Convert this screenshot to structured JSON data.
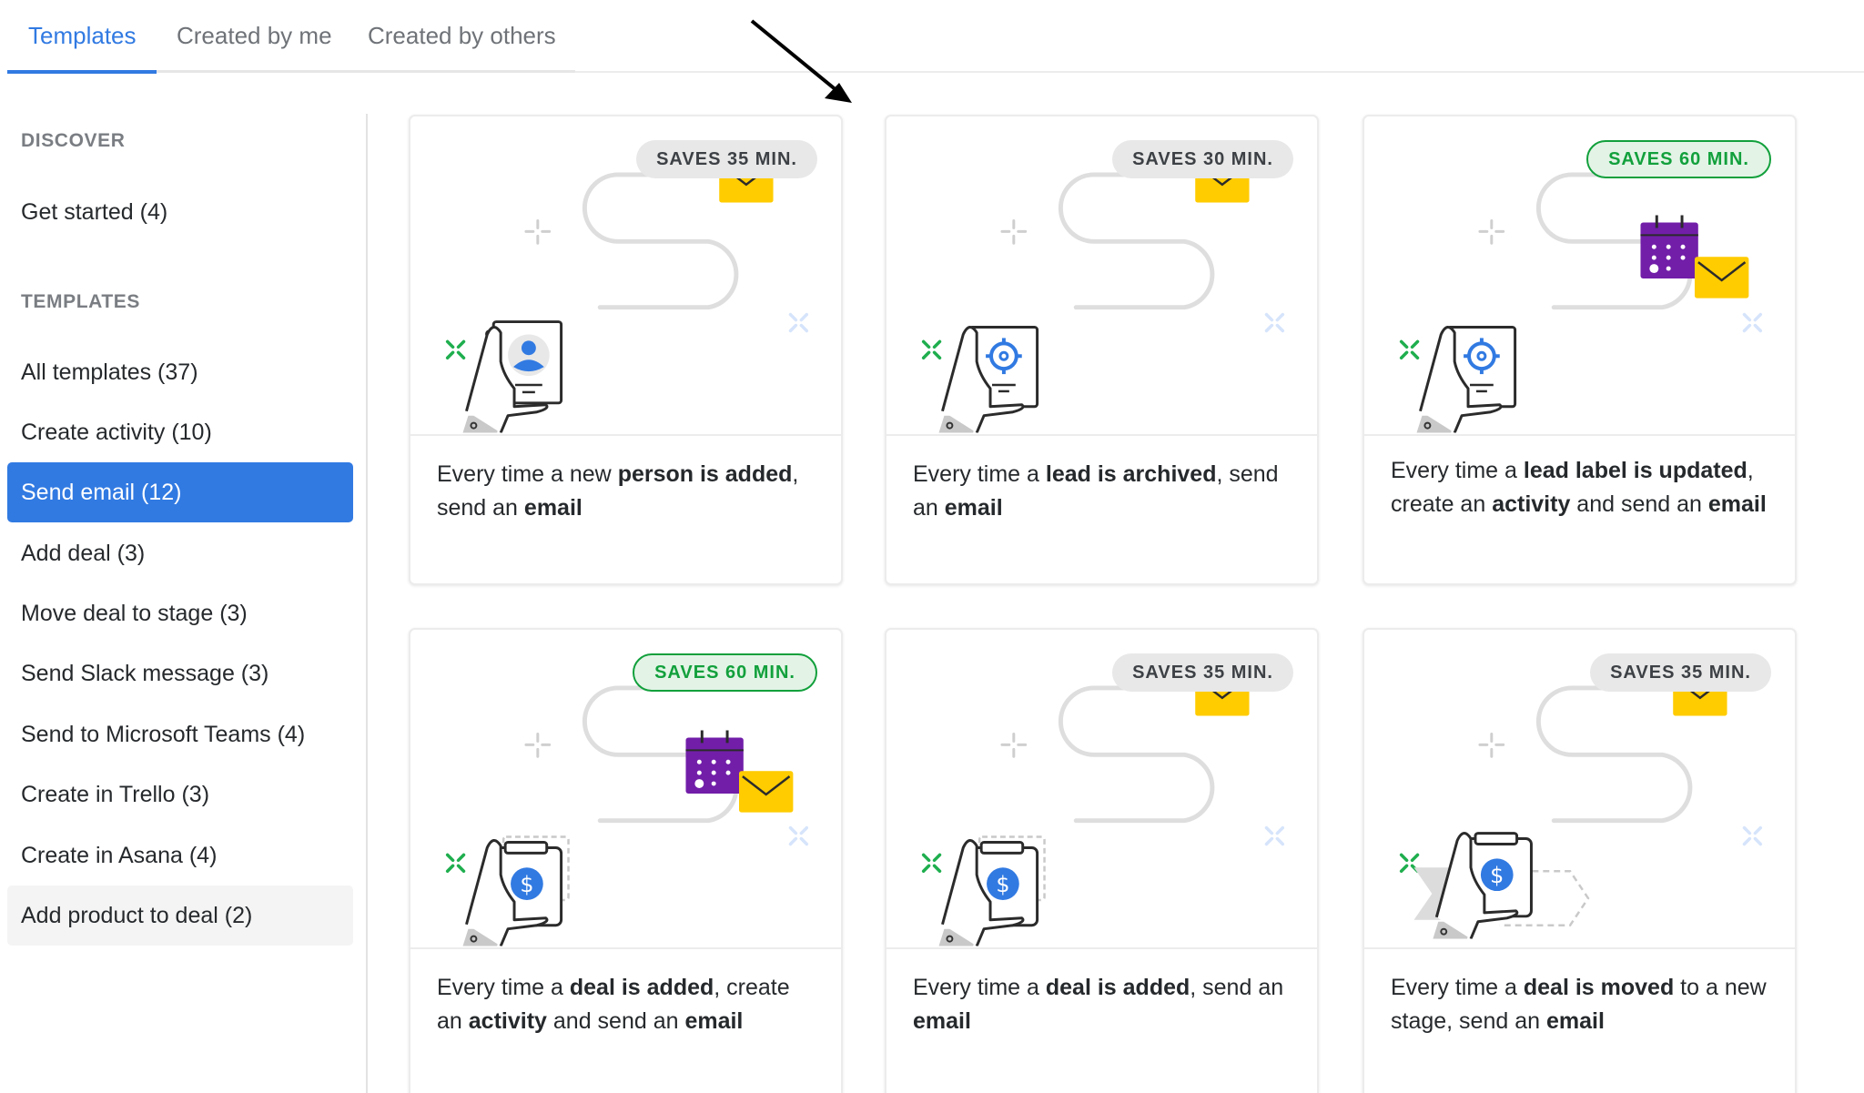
{
  "tabs": [
    {
      "label": "Templates",
      "active": true
    },
    {
      "label": "Created by me",
      "active": false
    },
    {
      "label": "Created by others",
      "active": false
    }
  ],
  "sidebar": {
    "discover_title": "DISCOVER",
    "discover_items": [
      {
        "label": "Get started (4)"
      }
    ],
    "templates_title": "TEMPLATES",
    "template_items": [
      {
        "label": "All templates (37)",
        "state": "default"
      },
      {
        "label": "Create activity (10)",
        "state": "default"
      },
      {
        "label": "Send email (12)",
        "state": "selected"
      },
      {
        "label": "Add deal (3)",
        "state": "default"
      },
      {
        "label": "Move deal to stage (3)",
        "state": "default"
      },
      {
        "label": "Send Slack message (3)",
        "state": "default"
      },
      {
        "label": "Send to Microsoft Teams (4)",
        "state": "default"
      },
      {
        "label": "Create in Trello (3)",
        "state": "default"
      },
      {
        "label": "Create in Asana (4)",
        "state": "default"
      },
      {
        "label": "Add product to deal (2)",
        "state": "hover"
      }
    ]
  },
  "cards": [
    {
      "badge": "SAVES 35 MIN.",
      "badge_style": "grey",
      "trigger_icon": "person-document-icon",
      "action_icons": [
        "envelope-icon"
      ],
      "description_parts": [
        {
          "text": "Every time a new ",
          "bold": false
        },
        {
          "text": "person is added",
          "bold": true
        },
        {
          "text": ", send an ",
          "bold": false
        },
        {
          "text": "email",
          "bold": true
        }
      ]
    },
    {
      "badge": "SAVES 30 MIN.",
      "badge_style": "grey",
      "trigger_icon": "target-document-icon",
      "action_icons": [
        "envelope-icon"
      ],
      "description_parts": [
        {
          "text": "Every time a ",
          "bold": false
        },
        {
          "text": "lead is archived",
          "bold": true
        },
        {
          "text": ", send an ",
          "bold": false
        },
        {
          "text": "email",
          "bold": true
        }
      ]
    },
    {
      "badge": "SAVES 60 MIN.",
      "badge_style": "green",
      "trigger_icon": "target-document-icon",
      "action_icons": [
        "calendar-icon",
        "envelope-icon"
      ],
      "description_parts": [
        {
          "text": "Every time a ",
          "bold": false
        },
        {
          "text": "lead label is updated",
          "bold": true
        },
        {
          "text": ", create an ",
          "bold": false
        },
        {
          "text": "activity",
          "bold": true
        },
        {
          "text": " and send an ",
          "bold": false
        },
        {
          "text": "email",
          "bold": true
        }
      ]
    },
    {
      "badge": "SAVES 60 MIN.",
      "badge_style": "green",
      "trigger_icon": "deal-clipboard-icon",
      "action_icons": [
        "calendar-icon",
        "envelope-icon"
      ],
      "description_parts": [
        {
          "text": "Every time a ",
          "bold": false
        },
        {
          "text": "deal is added",
          "bold": true
        },
        {
          "text": ", create an ",
          "bold": false
        },
        {
          "text": "activity",
          "bold": true
        },
        {
          "text": " and send an ",
          "bold": false
        },
        {
          "text": "email",
          "bold": true
        }
      ]
    },
    {
      "badge": "SAVES 35 MIN.",
      "badge_style": "grey",
      "trigger_icon": "deal-clipboard-icon",
      "action_icons": [
        "envelope-icon"
      ],
      "description_parts": [
        {
          "text": "Every time a ",
          "bold": false
        },
        {
          "text": "deal is added",
          "bold": true
        },
        {
          "text": ", send an ",
          "bold": false
        },
        {
          "text": "email",
          "bold": true
        }
      ]
    },
    {
      "badge": "SAVES 35 MIN.",
      "badge_style": "grey",
      "trigger_icon": "deal-moved-clipboard-icon",
      "action_icons": [
        "envelope-icon"
      ],
      "description_parts": [
        {
          "text": "Every time a ",
          "bold": false
        },
        {
          "text": "deal is moved",
          "bold": true
        },
        {
          "text": " to a new stage, send an ",
          "bold": false
        },
        {
          "text": "email",
          "bold": true
        }
      ]
    }
  ],
  "colors": {
    "accent_blue": "#317ae2",
    "saves_green": "#12a03c",
    "envelope_yellow": "#ffcc00",
    "calendar_purple": "#721ea9"
  }
}
